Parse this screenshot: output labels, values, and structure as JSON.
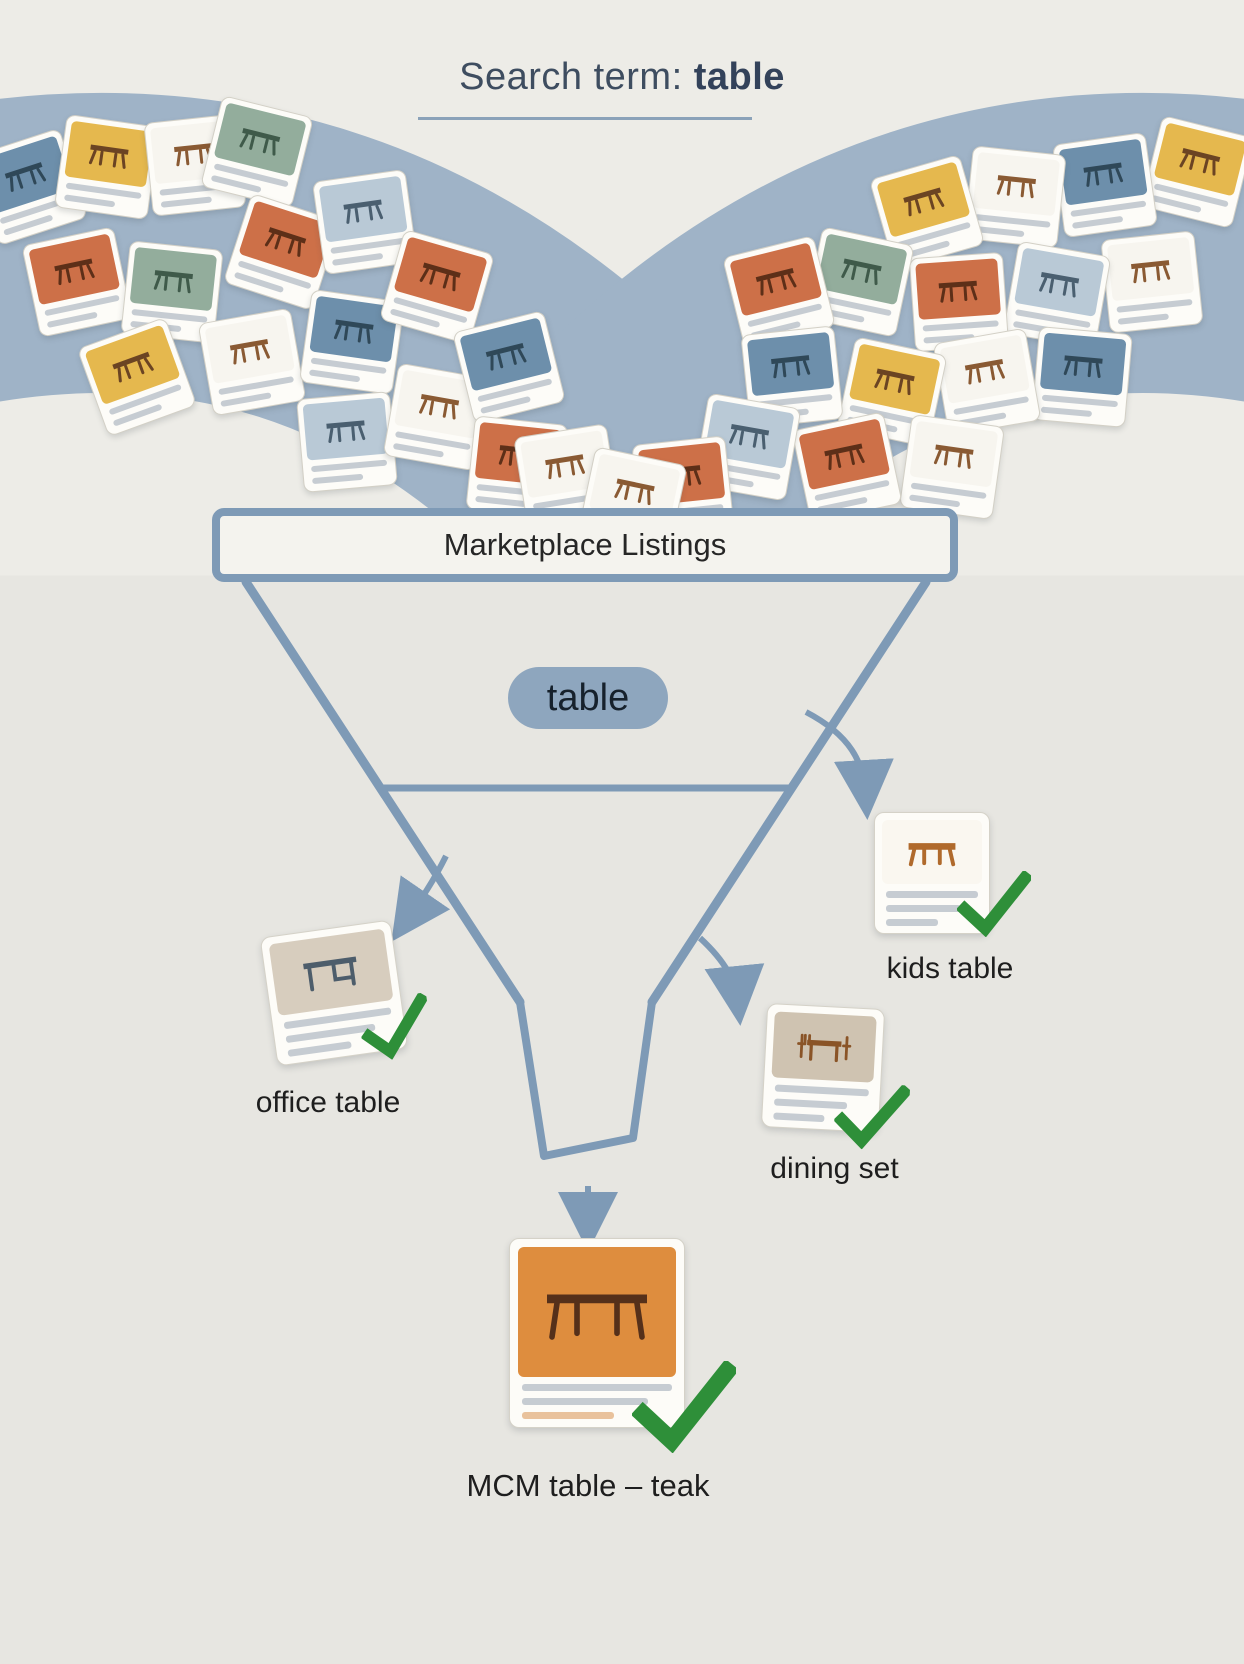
{
  "title": {
    "prefix": "Search term: ",
    "term": "table"
  },
  "funnel": {
    "band_label": "Marketplace Listings",
    "search_term": "table"
  },
  "results": {
    "office": {
      "label": "office table"
    },
    "kids": {
      "label": "kids table"
    },
    "dining": {
      "label": "dining set"
    },
    "mcm": {
      "label": "MCM table – teak"
    }
  },
  "colors": {
    "stream": "#9fb3c7",
    "funnel_stroke": "#7e9ab6",
    "check_green": "#2e8f39",
    "pill_bg": "#8ea6be",
    "card_palette": [
      {
        "bg": "#cd7048",
        "glyph": "#5d2f18"
      },
      {
        "bg": "#6d8fab",
        "glyph": "#2f4858"
      },
      {
        "bg": "#e5b84e",
        "glyph": "#6b4423"
      },
      {
        "bg": "#93ad9c",
        "glyph": "#3f5a4a"
      },
      {
        "bg": "#b9c9d6",
        "glyph": "#4a5f70"
      },
      {
        "bg": "#f7f5ef",
        "glyph": "#8a5a33"
      }
    ]
  }
}
